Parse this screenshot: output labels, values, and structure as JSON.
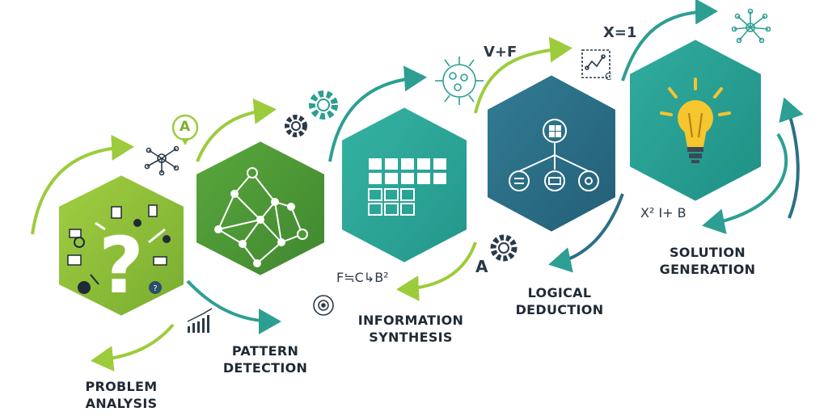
{
  "colors": {
    "stage1": "#8dbf3a",
    "stage2": "#4f9a37",
    "stage3": "#2aa89a",
    "stage4": "#2b6f87",
    "stage5": "#27a095",
    "arrow_green": "#9ccc3c",
    "arrow_teal": "#2c9f92",
    "ink": "#1f2a36"
  },
  "stages": [
    {
      "id": "problem-analysis",
      "line1": "PROBLEM",
      "line2": "ANALYSIS",
      "icon": "question-mark-icon"
    },
    {
      "id": "pattern-detection",
      "line1": "PATTERN",
      "line2": "DETECTION",
      "icon": "network-graph-icon"
    },
    {
      "id": "information-synthesis",
      "line1": "INFORMATION",
      "line2": "SYNTHESIS",
      "icon": "grid-icon"
    },
    {
      "id": "logical-deduction",
      "line1": "LOGICAL",
      "line2": "DEDUCTION",
      "icon": "decision-tree-icon"
    },
    {
      "id": "solution-generation",
      "line1": "SOLUTION",
      "line2": "GENERATION",
      "icon": "lightbulb-icon"
    }
  ],
  "annotations": {
    "letter_a_bubble": "A",
    "v_plus_f": "V+F",
    "x_equals_1": "X=1",
    "c_label": "C",
    "f_c_b": "F≒C↳B²",
    "letter_a_lower": "A",
    "x2_i_b": "X² I+ B"
  }
}
